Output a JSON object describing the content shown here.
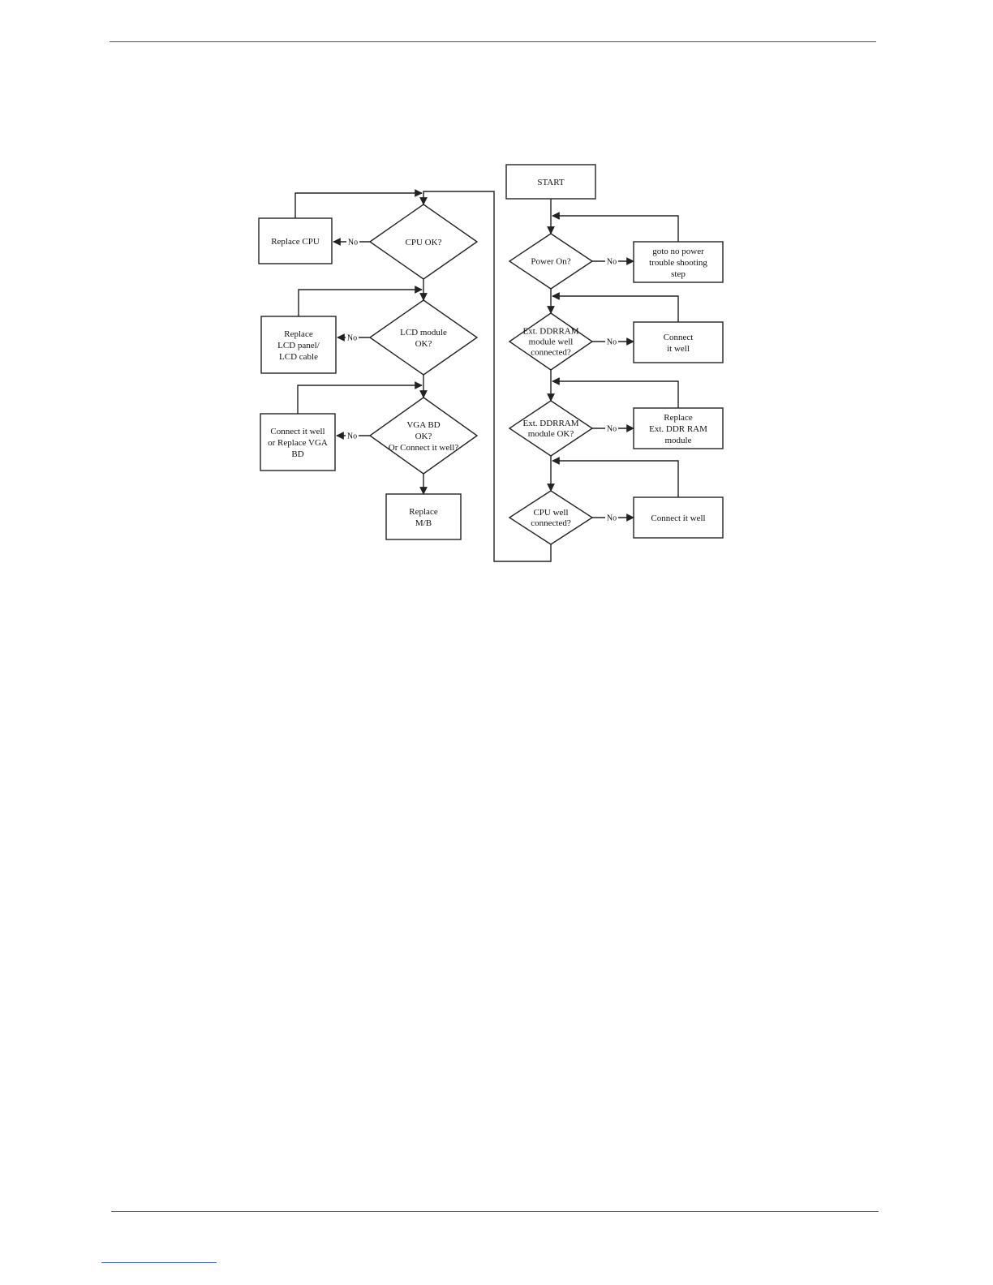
{
  "page": {
    "header_rule": true,
    "footer_rule": true
  },
  "flowchart": {
    "no_label": "No",
    "nodes": {
      "start": [
        "START"
      ],
      "power_on": [
        "Power On?"
      ],
      "no_power": [
        "goto no power",
        "trouble shooting",
        "step"
      ],
      "ddr_connected": [
        "Ext. DDRRAM",
        "module well",
        "connected?"
      ],
      "connect_ddr": [
        "Connect",
        "it well"
      ],
      "ddr_ok": [
        "Ext. DDRRAM",
        "module OK?"
      ],
      "replace_ddr": [
        "Replace",
        "Ext. DDR RAM",
        "module"
      ],
      "cpu_connected": [
        "CPU well",
        "connected?"
      ],
      "connect_cpu": [
        "Connect it well"
      ],
      "cpu_ok": [
        "CPU OK?"
      ],
      "replace_cpu": [
        "Replace CPU"
      ],
      "lcd_ok": [
        "LCD module",
        "OK?"
      ],
      "replace_lcd": [
        "Replace",
        "LCD panel/",
        "LCD cable"
      ],
      "vga_ok": [
        "VGA BD",
        "OK?",
        "Or  Connect it well?"
      ],
      "replace_vga": [
        "Connect it well",
        "or Replace VGA",
        "BD"
      ],
      "replace_mb": [
        "Replace",
        "M/B"
      ]
    }
  }
}
